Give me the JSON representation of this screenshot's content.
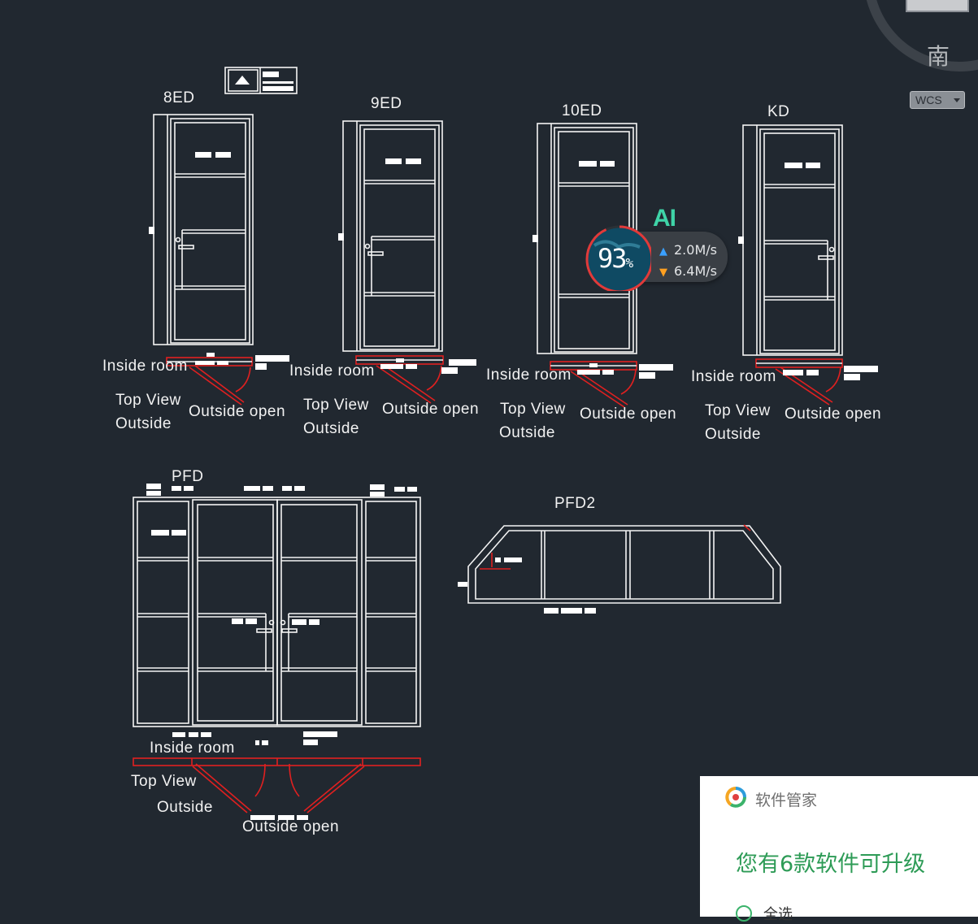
{
  "compass": {
    "direction": "南",
    "coord_system": "WCS"
  },
  "doors": [
    {
      "name": "8ED",
      "inside": "Inside room",
      "top_view": "Top View",
      "outside": "Outside",
      "open": "Outside open"
    },
    {
      "name": "9ED",
      "inside": "Inside room",
      "top_view": "Top View",
      "outside": "Outside",
      "open": "Outside open"
    },
    {
      "name": "10ED",
      "inside": "Inside room",
      "top_view": "Top View",
      "outside": "Outside",
      "open": "Outside open"
    },
    {
      "name": "KD",
      "inside": "Inside room",
      "top_view": "Top View",
      "outside": "Outside",
      "open": "Outside open"
    }
  ],
  "pfd": {
    "name": "PFD",
    "inside": "Inside room",
    "top_view": "Top View",
    "outside": "Outside",
    "open": "Outside open"
  },
  "pfd2": {
    "name": "PFD2"
  },
  "speed_widget": {
    "ai_badge": "AI",
    "percent": "93",
    "percent_unit": "%",
    "percent_value": 93,
    "upload": "2.0M/s",
    "download": "6.4M/s"
  },
  "notification": {
    "app_name": "软件管家",
    "message": "您有6款软件可升级",
    "select_all": "全选"
  },
  "colors": {
    "background": "#212830",
    "drawing_lines": "#f4f4f4",
    "markup_red": "#e02020",
    "notification_green": "#2d9b56"
  }
}
